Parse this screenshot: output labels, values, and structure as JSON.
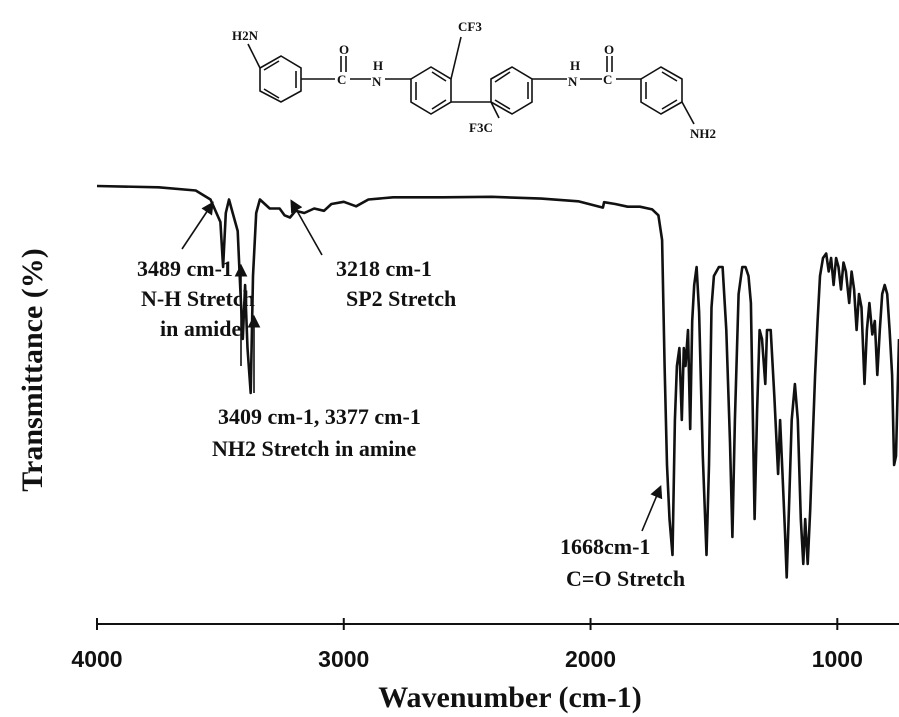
{
  "chart_data": {
    "type": "line",
    "xlabel": "Wavenumber (cm-1)",
    "ylabel": "Transmittance (%)",
    "x_reversed": true,
    "xlim": [
      4000,
      750
    ],
    "ylim": [
      0,
      100
    ],
    "xticks": [
      4000,
      3000,
      2000,
      1000
    ],
    "grid": false,
    "series": [
      {
        "values": [
          [
            4000,
            92
          ],
          [
            3750,
            91.7
          ],
          [
            3600,
            91
          ],
          [
            3540,
            89
          ],
          [
            3500,
            84
          ],
          [
            3489,
            74
          ],
          [
            3478,
            86
          ],
          [
            3465,
            89
          ],
          [
            3450,
            86
          ],
          [
            3430,
            82
          ],
          [
            3420,
            70
          ],
          [
            3409,
            58
          ],
          [
            3400,
            70
          ],
          [
            3390,
            56
          ],
          [
            3377,
            46
          ],
          [
            3368,
            72
          ],
          [
            3355,
            86
          ],
          [
            3340,
            89
          ],
          [
            3300,
            87
          ],
          [
            3260,
            87
          ],
          [
            3240,
            85.5
          ],
          [
            3218,
            85
          ],
          [
            3195,
            86.5
          ],
          [
            3160,
            86
          ],
          [
            3120,
            87
          ],
          [
            3080,
            86.5
          ],
          [
            3050,
            88
          ],
          [
            3000,
            88.5
          ],
          [
            2950,
            87.5
          ],
          [
            2900,
            89
          ],
          [
            2800,
            89.5
          ],
          [
            2600,
            89.5
          ],
          [
            2400,
            89.6
          ],
          [
            2200,
            89.2
          ],
          [
            2050,
            88.6
          ],
          [
            1950,
            87.2
          ],
          [
            1945,
            88.4
          ],
          [
            1900,
            88
          ],
          [
            1850,
            87.4
          ],
          [
            1800,
            87.4
          ],
          [
            1750,
            86.8
          ],
          [
            1725,
            85.5
          ],
          [
            1710,
            80
          ],
          [
            1700,
            52
          ],
          [
            1690,
            30
          ],
          [
            1680,
            18
          ],
          [
            1668,
            10
          ],
          [
            1658,
            40
          ],
          [
            1650,
            52
          ],
          [
            1640,
            56
          ],
          [
            1630,
            40
          ],
          [
            1622,
            56
          ],
          [
            1615,
            52
          ],
          [
            1605,
            60
          ],
          [
            1596,
            38
          ],
          [
            1588,
            62
          ],
          [
            1580,
            70
          ],
          [
            1570,
            74
          ],
          [
            1560,
            64
          ],
          [
            1545,
            32
          ],
          [
            1530,
            10
          ],
          [
            1520,
            30
          ],
          [
            1510,
            65
          ],
          [
            1500,
            72
          ],
          [
            1480,
            74
          ],
          [
            1465,
            74
          ],
          [
            1450,
            60
          ],
          [
            1435,
            35
          ],
          [
            1425,
            14
          ],
          [
            1415,
            40
          ],
          [
            1400,
            68
          ],
          [
            1385,
            74
          ],
          [
            1372,
            74
          ],
          [
            1360,
            72
          ],
          [
            1350,
            66
          ],
          [
            1342,
            40
          ],
          [
            1335,
            18
          ],
          [
            1325,
            42
          ],
          [
            1315,
            60
          ],
          [
            1305,
            58
          ],
          [
            1292,
            48
          ],
          [
            1285,
            60
          ],
          [
            1270,
            60
          ],
          [
            1255,
            45
          ],
          [
            1240,
            28
          ],
          [
            1232,
            40
          ],
          [
            1222,
            28
          ],
          [
            1212,
            15
          ],
          [
            1205,
            5
          ],
          [
            1195,
            22
          ],
          [
            1185,
            40
          ],
          [
            1172,
            48
          ],
          [
            1160,
            40
          ],
          [
            1148,
            18
          ],
          [
            1138,
            8
          ],
          [
            1130,
            18
          ],
          [
            1120,
            8
          ],
          [
            1110,
            20
          ],
          [
            1100,
            35
          ],
          [
            1090,
            50
          ],
          [
            1080,
            62
          ],
          [
            1070,
            72
          ],
          [
            1058,
            76
          ],
          [
            1045,
            77
          ],
          [
            1035,
            73
          ],
          [
            1025,
            76
          ],
          [
            1015,
            70
          ],
          [
            1005,
            76
          ],
          [
            995,
            74
          ],
          [
            985,
            69
          ],
          [
            975,
            75
          ],
          [
            965,
            73
          ],
          [
            952,
            66
          ],
          [
            942,
            73
          ],
          [
            932,
            69
          ],
          [
            922,
            60
          ],
          [
            912,
            68
          ],
          [
            902,
            65
          ],
          [
            890,
            48
          ],
          [
            880,
            60
          ],
          [
            870,
            66
          ],
          [
            858,
            59
          ],
          [
            848,
            62
          ],
          [
            838,
            50
          ],
          [
            828,
            60
          ],
          [
            818,
            68
          ],
          [
            808,
            70
          ],
          [
            798,
            68
          ],
          [
            788,
            60
          ],
          [
            778,
            50
          ],
          [
            770,
            30
          ],
          [
            762,
            32
          ],
          [
            755,
            48
          ],
          [
            750,
            58
          ]
        ]
      }
    ],
    "annotations": [
      {
        "lines": [
          "3489 cm-1",
          "N-H Stretch",
          "in amide"
        ]
      },
      {
        "lines": [
          "3218 cm-1",
          "SP2 Stretch"
        ]
      },
      {
        "lines": [
          "3409 cm-1, 3377 cm-1",
          "NH2 Stretch in amine"
        ]
      },
      {
        "lines": [
          "1668cm-1",
          "C=O Stretch"
        ]
      }
    ]
  },
  "structure": {
    "h2n": "H2N",
    "nh2": "NH2",
    "cf3_top": "CF3",
    "cf3_bottom": "F3C",
    "o_left": "O",
    "o_right": "O",
    "c_left": "C",
    "c_right": "C",
    "n_left": "N",
    "n_right": "N",
    "h_left": "H",
    "h_right": "H"
  },
  "x_tick_labels": [
    "4000",
    "3000",
    "2000",
    "1000"
  ]
}
